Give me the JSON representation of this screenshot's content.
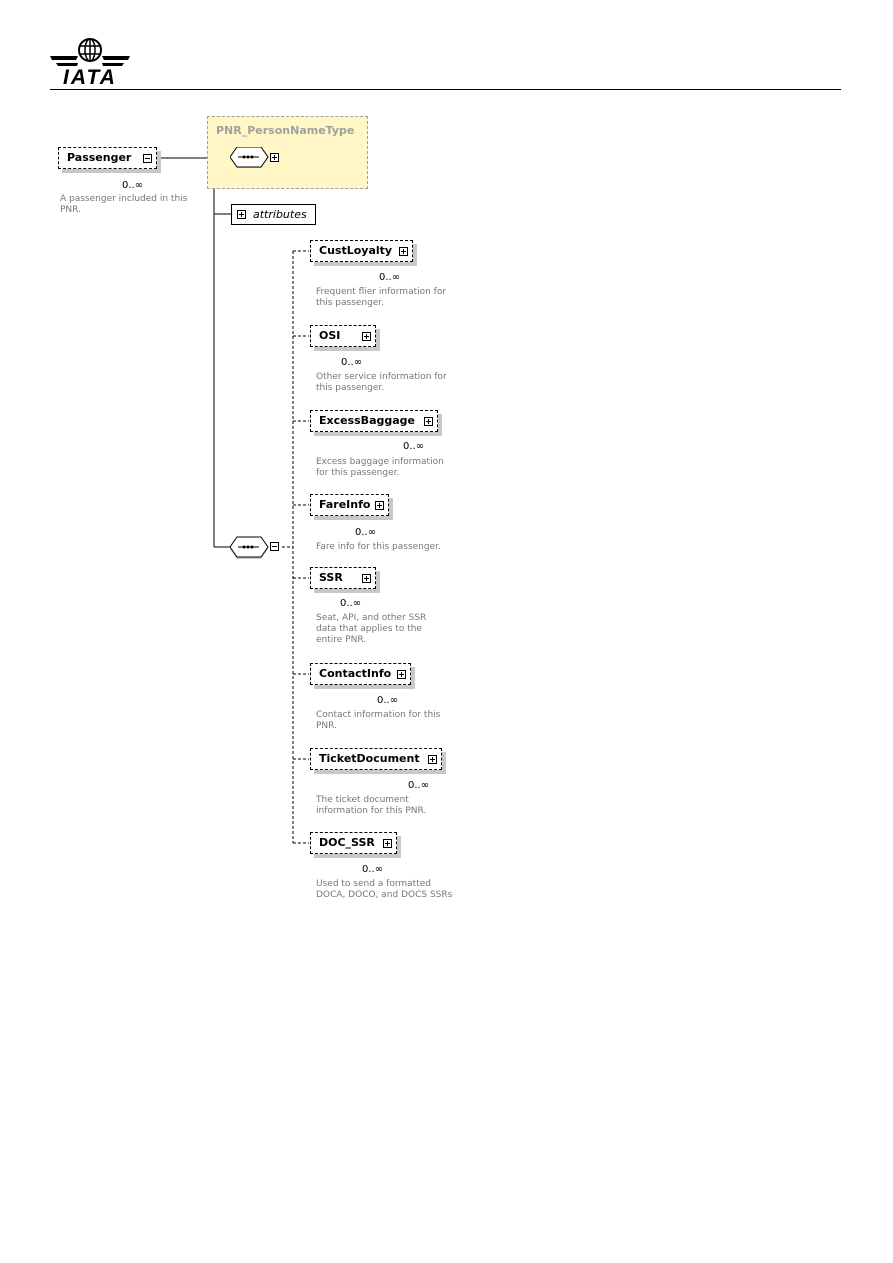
{
  "header": {
    "logo_text": "IATA",
    "logo_icon": "globe-wings-icon"
  },
  "root": {
    "name": "Passenger",
    "multiplicity": "0..∞",
    "description": "A passenger included in this PNR."
  },
  "type": {
    "name": "PNR_PersonNameType"
  },
  "attributes_label": "attributes",
  "children": [
    {
      "name": "CustLoyalty",
      "multiplicity": "0..∞",
      "description": "Frequent flier information for this passenger."
    },
    {
      "name": "OSI",
      "multiplicity": "0..∞",
      "description": "Other service information for this passenger."
    },
    {
      "name": "ExcessBaggage",
      "multiplicity": "0..∞",
      "description": "Excess baggage information for this passenger."
    },
    {
      "name": "FareInfo",
      "multiplicity": "0..∞",
      "description": "Fare info for this passenger."
    },
    {
      "name": "SSR",
      "multiplicity": "0..∞",
      "description": "Seat, API, and other SSR data that applies to the entire PNR."
    },
    {
      "name": "ContactInfo",
      "multiplicity": "0..∞",
      "description": "Contact information for this PNR."
    },
    {
      "name": "TicketDocument",
      "multiplicity": "0..∞",
      "description": "The ticket document information for this PNR."
    },
    {
      "name": "DOC_SSR",
      "multiplicity": "0..∞",
      "description": "Used to send a formatted DOCA, DOCO, and DOCS SSRs"
    }
  ],
  "colors": {
    "type_fill": "#fff7c6",
    "type_border": "#a0a0a0",
    "description_text": "#777777"
  }
}
